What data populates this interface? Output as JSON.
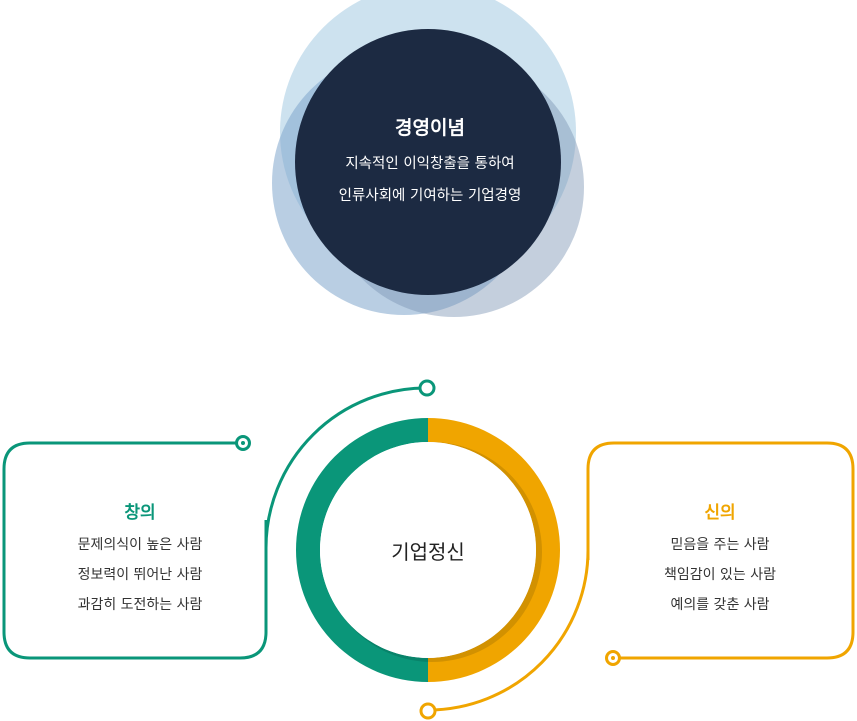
{
  "mission": {
    "title": "경영이념",
    "lines": [
      "지속적인 이익창출을 통하여",
      "인류사회에 기여하는 기업경영"
    ]
  },
  "spirit": {
    "title": "기업정신"
  },
  "creativity": {
    "title": "창의",
    "lines": [
      "문제의식이 높은 사람",
      "정보력이 뛰어난 사람",
      "과감히 도전하는 사람"
    ]
  },
  "trust": {
    "title": "신의",
    "lines": [
      "믿음을 주는 사람",
      "책임감이 있는 사람",
      "예의를 갖춘 사람"
    ]
  },
  "colors": {
    "navy": "#1c2a42",
    "green": "#0a9679",
    "orange": "#f0a500",
    "light_blue": "#bcd8ea",
    "mid_blue": "#7fa6cc",
    "grey_blue": "#9cadc4"
  }
}
